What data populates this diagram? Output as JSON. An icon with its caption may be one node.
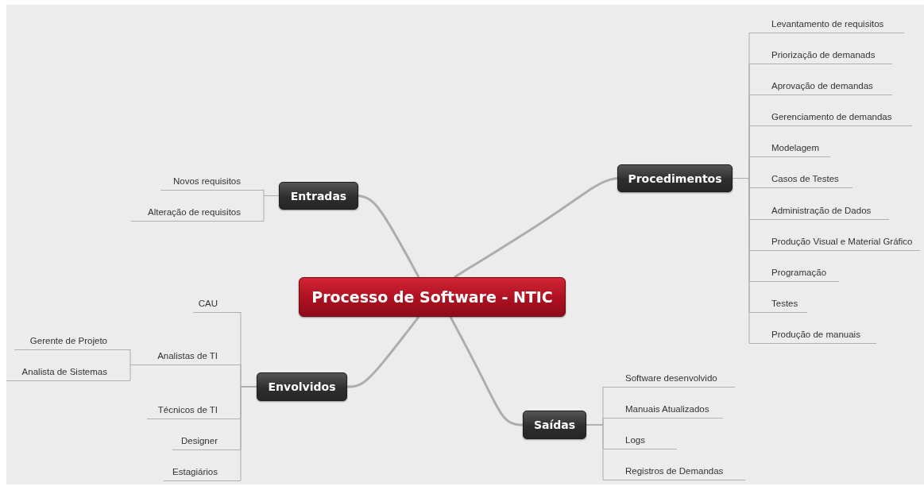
{
  "diagram": {
    "nodes": [
      {
        "text": [
          "Processo de Software - NTIC"
        ]
      },
      {
        "text": [
          "Entradas"
        ]
      },
      {
        "text": [
          "Novos requisitos"
        ]
      },
      {
        "text": [
          "Alteração de requisitos"
        ]
      },
      {
        "text": [
          "Procedimentos"
        ]
      },
      {
        "text": [
          "Levantamento de requisitos"
        ]
      },
      {
        "text": [
          "Priorização de demanads"
        ]
      },
      {
        "text": [
          "Aprovação de demandas"
        ]
      },
      {
        "text": [
          "Gerenciamento de demandas"
        ]
      },
      {
        "text": [
          "Modelagem"
        ]
      },
      {
        "text": [
          "Casos de Testes"
        ]
      },
      {
        "text": [
          "Administração de Dados"
        ]
      },
      {
        "text": [
          "Produção Visual e Material Gráfico"
        ]
      },
      {
        "text": [
          "Programação"
        ]
      },
      {
        "text": [
          "Testes"
        ]
      },
      {
        "text": [
          "Produção de manuais"
        ]
      },
      {
        "text": [
          "Envolvidos"
        ]
      },
      {
        "text": [
          "CAU"
        ]
      },
      {
        "text": [
          "Analistas de TI"
        ]
      },
      {
        "text": [
          "Gerente de Projeto"
        ]
      },
      {
        "text": [
          "Analista de Sistemas"
        ]
      },
      {
        "text": [
          "Técnicos de TI"
        ]
      },
      {
        "text": [
          "Designer"
        ]
      },
      {
        "text": [
          "Estagiários"
        ]
      },
      {
        "text": [
          "Saídas"
        ]
      },
      {
        "text": [
          "Software desenvolvido"
        ]
      },
      {
        "text": [
          "Manuais Atualizados"
        ]
      },
      {
        "text": [
          "Logs"
        ]
      },
      {
        "text": [
          "Registros de Demandas"
        ]
      }
    ],
    "edges": [
      {
        "from": 0,
        "to": 1,
        "arrow": "none",
        "style": "thick"
      },
      {
        "from": 1,
        "to": 2,
        "arrow": "none"
      },
      {
        "from": 1,
        "to": 3,
        "arrow": "none"
      },
      {
        "from": 0,
        "to": 4,
        "arrow": "none",
        "style": "thick"
      },
      {
        "from": 4,
        "to": 5,
        "arrow": "none"
      },
      {
        "from": 4,
        "to": 6,
        "arrow": "none"
      },
      {
        "from": 4,
        "to": 7,
        "arrow": "none"
      },
      {
        "from": 4,
        "to": 8,
        "arrow": "none"
      },
      {
        "from": 4,
        "to": 9,
        "arrow": "none"
      },
      {
        "from": 4,
        "to": 10,
        "arrow": "none"
      },
      {
        "from": 4,
        "to": 11,
        "arrow": "none"
      },
      {
        "from": 4,
        "to": 12,
        "arrow": "none"
      },
      {
        "from": 4,
        "to": 13,
        "arrow": "none"
      },
      {
        "from": 4,
        "to": 14,
        "arrow": "none"
      },
      {
        "from": 4,
        "to": 15,
        "arrow": "none"
      },
      {
        "from": 0,
        "to": 16,
        "arrow": "none",
        "style": "thick"
      },
      {
        "from": 16,
        "to": 17,
        "arrow": "none"
      },
      {
        "from": 16,
        "to": 18,
        "arrow": "none"
      },
      {
        "from": 18,
        "to": 19,
        "arrow": "none"
      },
      {
        "from": 18,
        "to": 20,
        "arrow": "none"
      },
      {
        "from": 16,
        "to": 21,
        "arrow": "none"
      },
      {
        "from": 16,
        "to": 22,
        "arrow": "none"
      },
      {
        "from": 16,
        "to": 23,
        "arrow": "none"
      },
      {
        "from": 0,
        "to": 24,
        "arrow": "none",
        "style": "thick"
      },
      {
        "from": 24,
        "to": 25,
        "arrow": "none"
      },
      {
        "from": 24,
        "to": 26,
        "arrow": "none"
      },
      {
        "from": 24,
        "to": 27,
        "arrow": "none"
      },
      {
        "from": 24,
        "to": 28,
        "arrow": "none"
      }
    ]
  }
}
